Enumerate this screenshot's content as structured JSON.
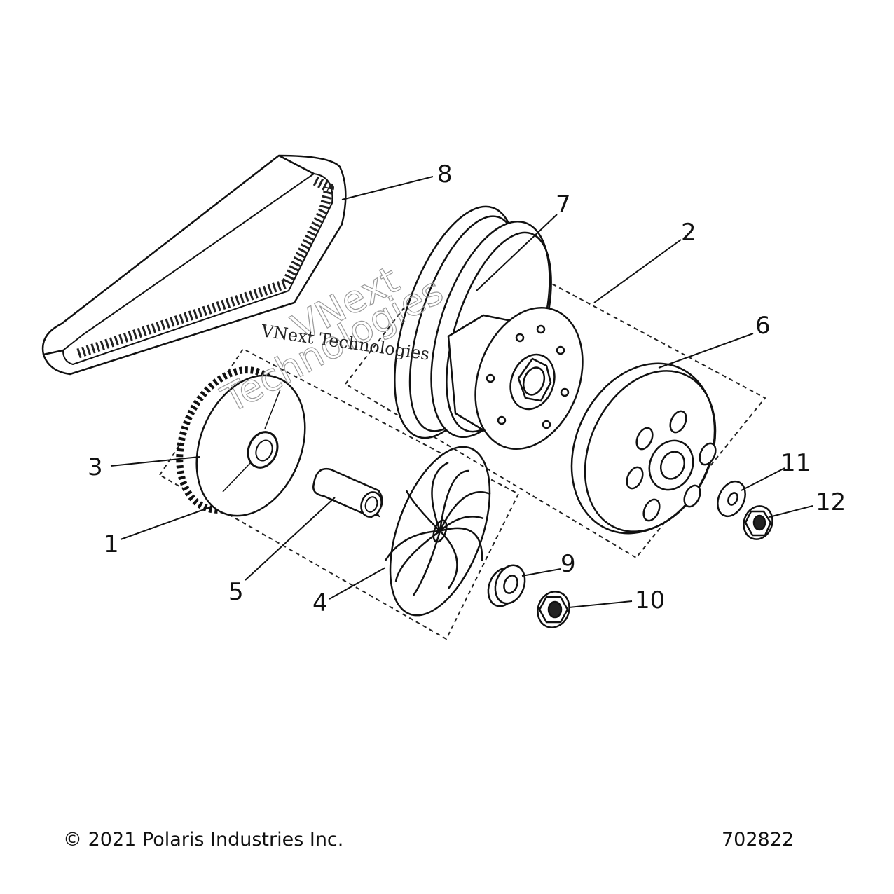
{
  "callouts": [
    "1",
    "2",
    "3",
    "4",
    "5",
    "6",
    "7",
    "8",
    "9",
    "10",
    "11",
    "12"
  ],
  "watermark": {
    "line1": "VNext Technologies",
    "big_line1": "VNext",
    "big_line2": "Technologies"
  },
  "footer": {
    "copyright": "© 2021 Polaris Industries Inc.",
    "drawing_number": "702822"
  }
}
